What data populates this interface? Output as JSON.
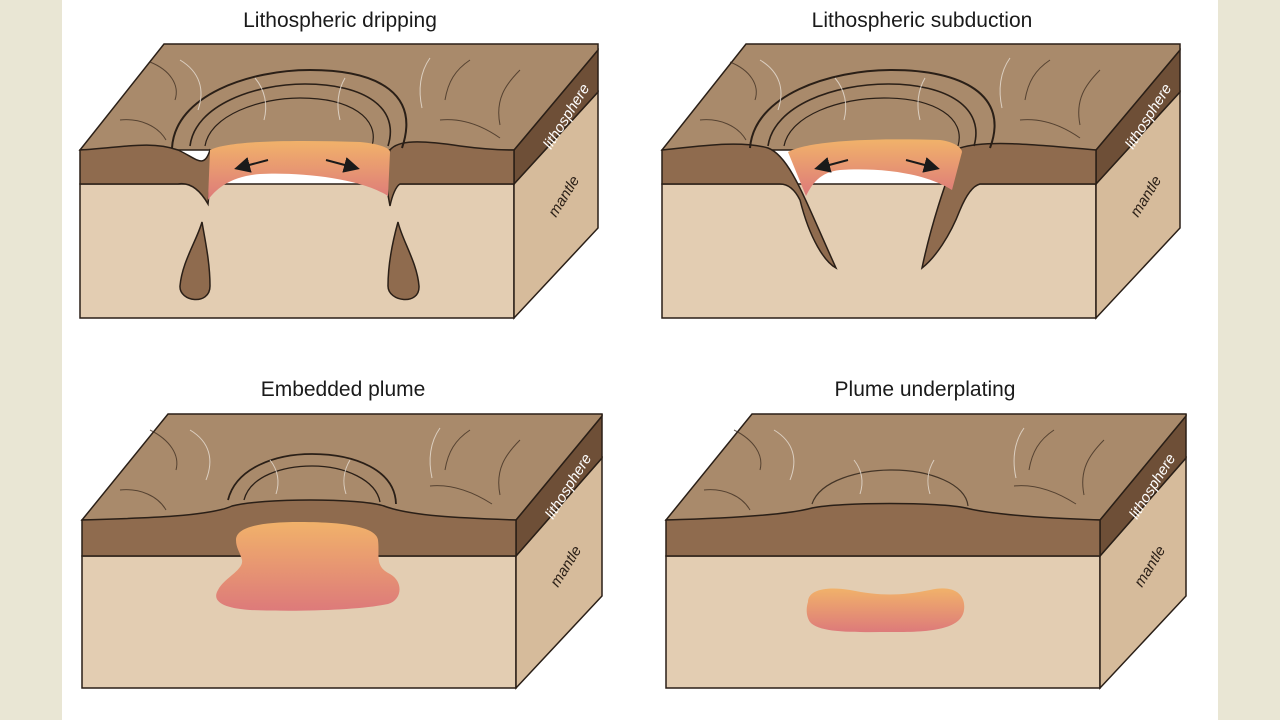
{
  "colors": {
    "page_margin": "#e9e6d4",
    "top_surface": "#a98a6b",
    "lithosphere_front": "#8f6b4e",
    "lithosphere_side": "#6e4f37",
    "mantle_front": "#e3cdb2",
    "mantle_side": "#d6bb9b",
    "plume_light": "#f1b06a",
    "plume_dark": "#dd7a7a",
    "outline": "#2a1f17"
  },
  "panels": [
    {
      "title": "Lithospheric dripping",
      "lithosphere_label": "lithosphere",
      "mantle_label": "mantle"
    },
    {
      "title": "Lithospheric subduction",
      "lithosphere_label": "lithosphere",
      "mantle_label": "mantle"
    },
    {
      "title": "Embedded plume",
      "lithosphere_label": "lithosphere",
      "mantle_label": "mantle"
    },
    {
      "title": "Plume underplating",
      "lithosphere_label": "lithosphere",
      "mantle_label": "mantle"
    }
  ]
}
